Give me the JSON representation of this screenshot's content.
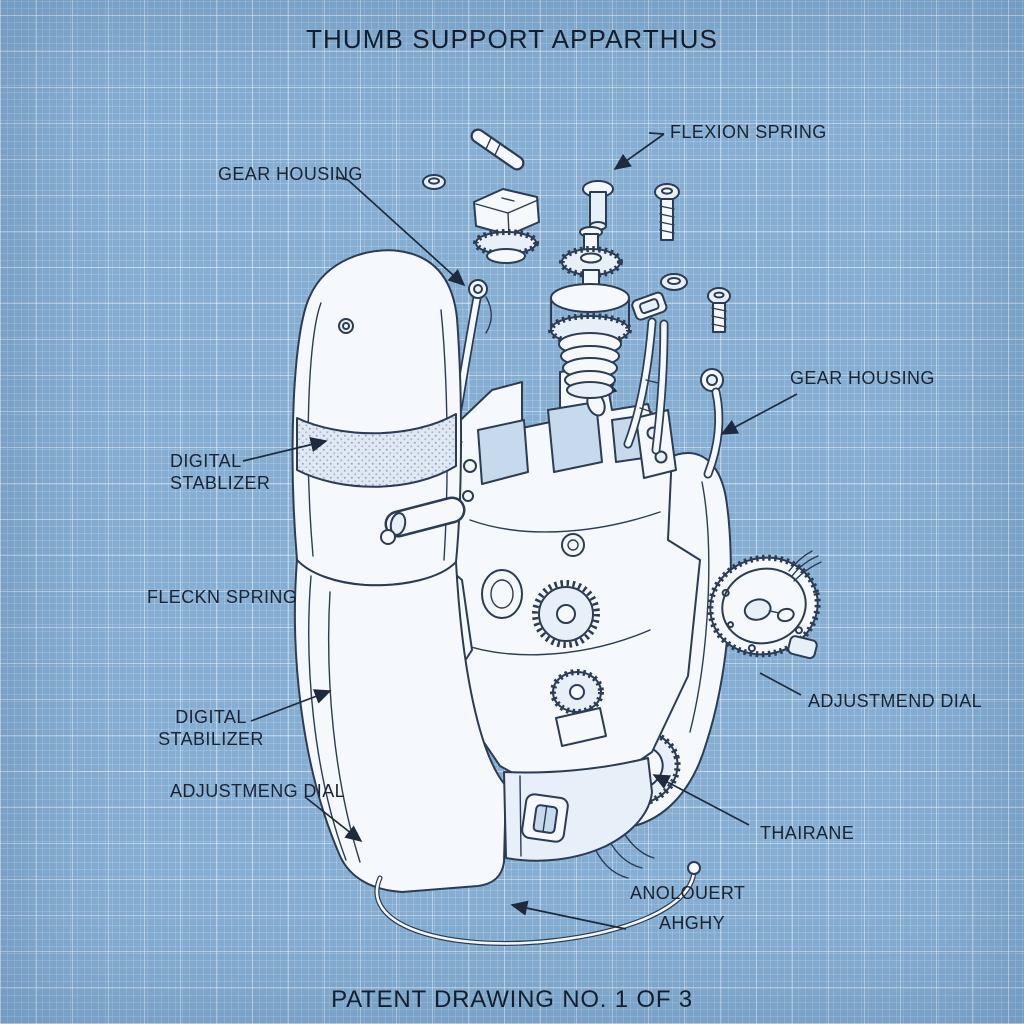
{
  "title": "THUMB SUPPORT APPARTHUS",
  "caption": "PATENT DRAWING NO. 1 OF 3",
  "colors": {
    "background": "#85aed2",
    "grid_line": "#cfe0f0",
    "ink": "#2c3c55",
    "paper_part": "#f5f9fd",
    "part_shade": "#c7d9ec",
    "label_text": "#1b2433"
  },
  "labels": {
    "gear_housing_top": "GEAR HOUSING",
    "flexion_spring": "FLEXION SPRING",
    "gear_housing_right": "GEAR HOUSING",
    "digital_stablizer": {
      "line1": "DIGITAL",
      "line2": "STABLIZER"
    },
    "fleckn_spring": "FLECKN SPRING",
    "digital_stabilizer": {
      "line1": "DIGITAL",
      "line2": "STABILIZER"
    },
    "adjustmeng_dial": "ADJUSTMENG DIAL",
    "adjustmend_dial": "ADJUSTMEND DIAL",
    "thairane": "THAIRANE",
    "anolouert": "ANOLOUERT",
    "ahghy": "AHGHY"
  }
}
